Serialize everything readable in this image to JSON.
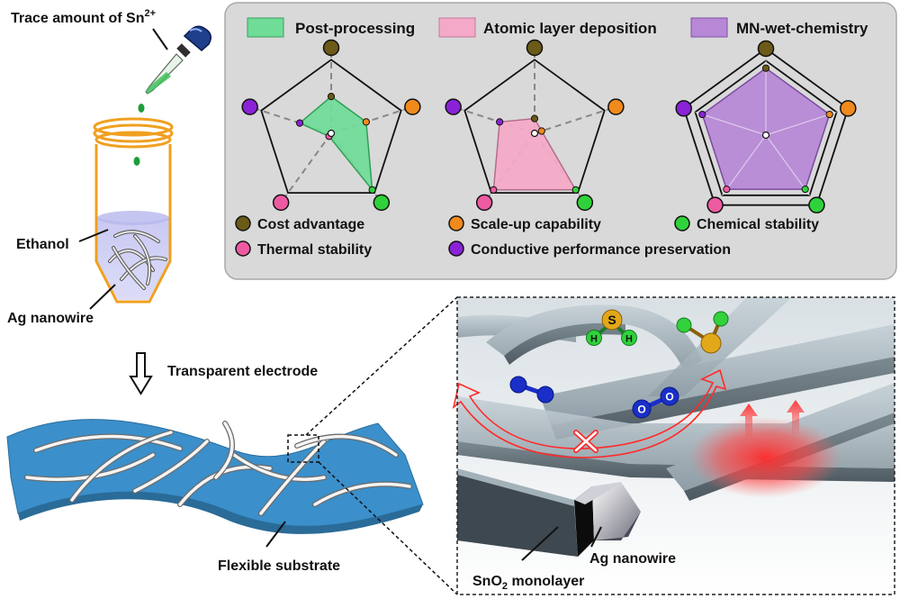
{
  "left_panel": {
    "trace_label_prefix": "Trace amount of Sn",
    "trace_label_sup": "2+",
    "ethanol_label": "Ethanol",
    "ag_nanowire_label": "Ag nanowire",
    "transparent_electrode_label": "Transparent electrode",
    "flexible_substrate_label": "Flexible substrate"
  },
  "comparison_panel": {
    "legend": [
      {
        "label": "Post-processing",
        "color": "#6fdc98"
      },
      {
        "label": "Atomic layer deposition",
        "color": "#f5a9c8"
      },
      {
        "label": "MN-wet-chemistry",
        "color": "#b688d6"
      }
    ],
    "criteria_legend": [
      {
        "label": "Cost advantage",
        "color": "#6b5a18"
      },
      {
        "label": "Scale-up capability",
        "color": "#f08a1c"
      },
      {
        "label": "Chemical stability",
        "color": "#2fd23a"
      },
      {
        "label": "Thermal stability",
        "color": "#ee5aa2"
      },
      {
        "label": "Conductive performance preservation",
        "color": "#8a22d8"
      }
    ],
    "radar_values": {
      "order": [
        "Cost advantage",
        "Scale-up capability",
        "Chemical stability",
        "Thermal stability",
        "Conductive performance preservation"
      ],
      "post_processing": [
        0.5,
        0.5,
        0.95,
        0.05,
        0.45
      ],
      "atomic_layer_deposition": [
        0.2,
        0.1,
        0.95,
        0.95,
        0.5
      ],
      "mn_wet_chemistry": [
        0.9,
        0.9,
        0.9,
        0.9,
        0.9
      ]
    }
  },
  "zoom_panel": {
    "sno2_prefix": "SnO",
    "sno2_sub": "2",
    "sno2_suffix": " monolayer",
    "ag_nanowire_label": "Ag nanowire",
    "h2s_atoms": [
      "S",
      "H",
      "H"
    ],
    "o2_atom": "O"
  }
}
